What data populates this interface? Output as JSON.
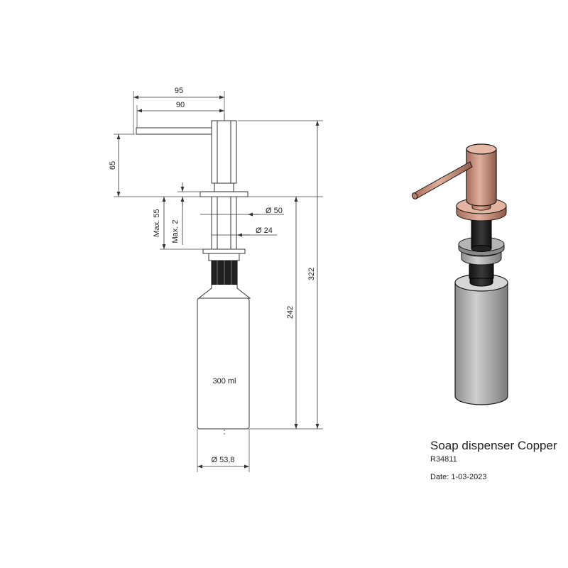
{
  "dimensions": {
    "width_95": "95",
    "width_90": "90",
    "height_65": "65",
    "max_55": "Max. 55",
    "max_2": "Max. 2",
    "dia_50": "Ø 50",
    "dia_24": "Ø 24",
    "height_242": "242",
    "height_322": "322",
    "capacity": "300 ml",
    "dia_53_8": "Ø 53,8"
  },
  "title_block": {
    "product_name": "Soap dispenser Copper",
    "article_code": "R34811",
    "date_label": "Date: 1-03-2023"
  },
  "colors": {
    "copper": "#c98f78",
    "copper_dark": "#9a6250",
    "body_grey": "#a9a9a9",
    "thread_black": "#1c1c1c",
    "line": "#333333"
  }
}
